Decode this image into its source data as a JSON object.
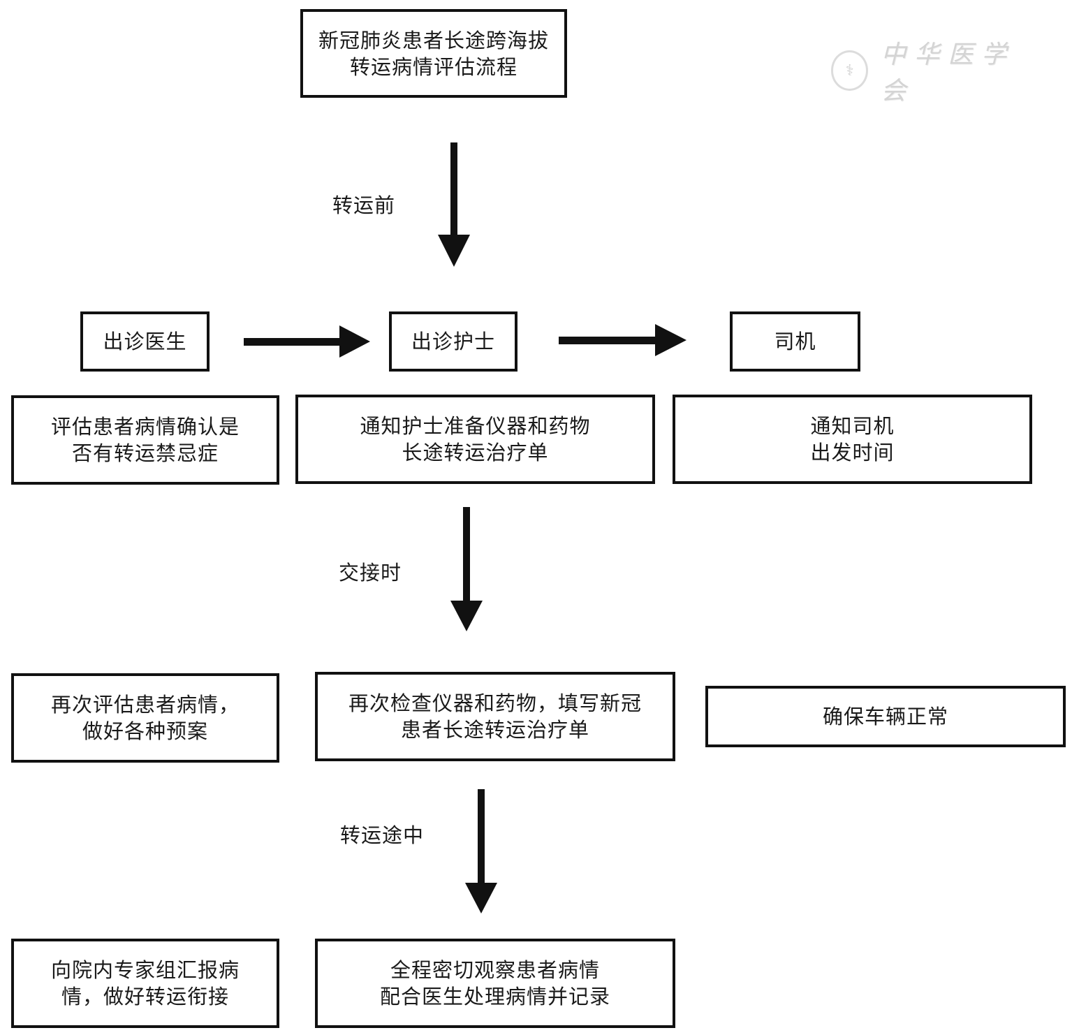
{
  "title": "新冠肺炎患者长途跨海拔\n转运病情评估流程",
  "watermark": {
    "seal_icon": "chinese-medical-association-seal",
    "seal_glyph": "⚕",
    "text": "中华医学会"
  },
  "stages": {
    "before": "转运前",
    "handover": "交接时",
    "enroute": "转运途中"
  },
  "roles": {
    "doctor": "出诊医生",
    "nurse": "出诊护士",
    "driver": "司机"
  },
  "before_tasks": {
    "doctor": "评估患者病情确认是\n否有转运禁忌症",
    "nurse": "通知护士准备仪器和药物\n长途转运治疗单",
    "driver": "通知司机\n出发时间"
  },
  "handover_tasks": {
    "doctor": "再次评估患者病情，\n做好各种预案",
    "nurse": "再次检查仪器和药物，填写新冠\n患者长途转运治疗单",
    "driver": "确保车辆正常"
  },
  "enroute_tasks": {
    "doctor": "向院内专家组汇报病\n情，做好转运衔接",
    "nurse": "全程密切观察患者病情\n配合医生处理病情并记录"
  }
}
